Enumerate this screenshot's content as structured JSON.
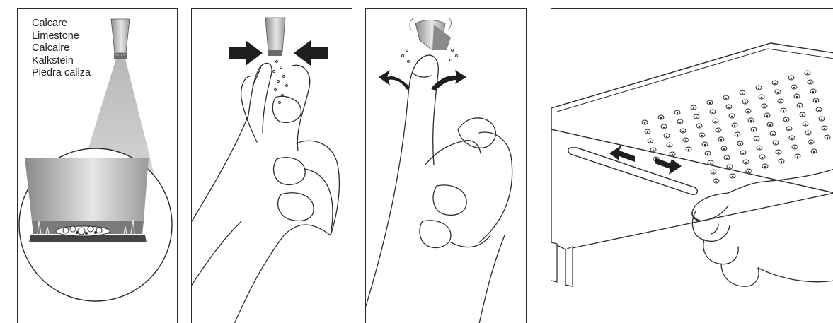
{
  "panels": [
    {
      "id": "limescale-nozzle",
      "labels": [
        "Calcare",
        "Limestone",
        "Calcaire",
        "Kalkstein",
        "Piedra caliza"
      ]
    },
    {
      "id": "squeeze-nozzle"
    },
    {
      "id": "flex-nozzle"
    },
    {
      "id": "wipe-shower-head"
    }
  ],
  "colors": {
    "outline": "#2a2a2a",
    "nozzle_dark": "#8a8a8a",
    "nozzle_light": "#e6e6e6",
    "arrow": "#1e1e1e"
  }
}
